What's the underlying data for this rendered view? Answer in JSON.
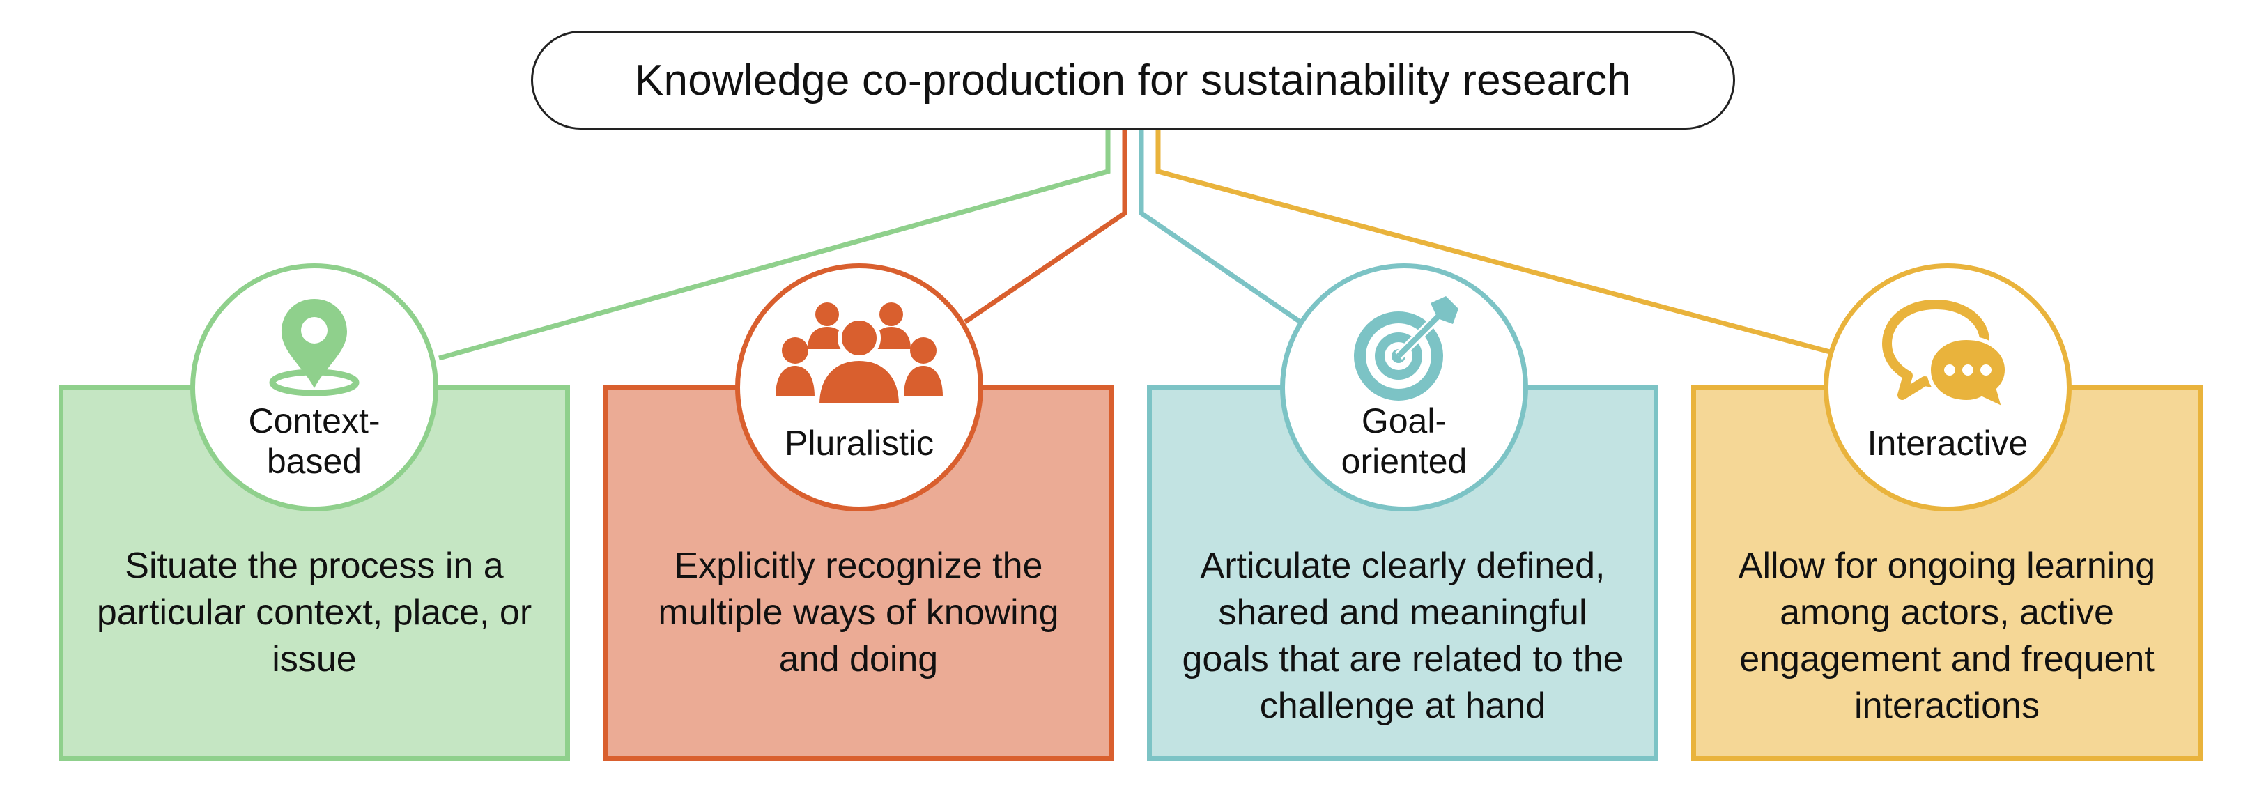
{
  "title": "Knowledge co-production for sustainability research",
  "colors": {
    "green": "#8fd08c",
    "green_fill": "#c5e6c3",
    "orange": "#d95f2e",
    "orange_fill": "#ebab95",
    "teal": "#7cc3c5",
    "teal_fill": "#c2e3e2",
    "yellow": "#e9b33c",
    "yellow_fill": "#f5d796"
  },
  "principles": [
    {
      "label_line1": "Context-",
      "label_line2": "based",
      "icon": "location-pin-icon",
      "description": "Situate the process in a particular context, place, or issue"
    },
    {
      "label_line1": "Pluralistic",
      "label_line2": "",
      "icon": "group-of-people-icon",
      "description": "Explicitly recognize the multiple ways of knowing and doing"
    },
    {
      "label_line1": "Goal-",
      "label_line2": "oriented",
      "icon": "target-with-arrow-icon",
      "description": "Articulate clearly defined, shared and meaningful goals that are related to the challenge at hand"
    },
    {
      "label_line1": "Interactive",
      "label_line2": "",
      "icon": "speech-bubbles-icon",
      "description": "Allow for ongoing learning among actors, active engagement and frequent interactions"
    }
  ]
}
